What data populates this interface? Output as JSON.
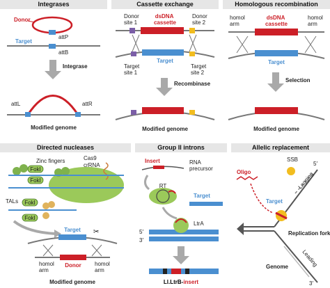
{
  "panels": {
    "integrases": {
      "title": "Integrases",
      "donor": "Donor",
      "attP": "attP",
      "target": "Target",
      "attB": "attB",
      "enzyme": "Integrase",
      "attL": "attL",
      "attR": "attR",
      "result": "Modified genome"
    },
    "cassette": {
      "title": "Cassette exchange",
      "donor_site1": "Donor\nsite 1",
      "dsdna_cassette": "dsDNA\ncassette",
      "donor_site2": "Donor\nsite 2",
      "target": "Target",
      "target_site1": "Target\nsite 1",
      "target_site2": "Target\nsite 2",
      "enzyme": "Recombinase",
      "result": "Modified genome"
    },
    "homologous": {
      "title": "Homologous recombination",
      "homol_arm_left": "homol\narm",
      "dsdna_cassette": "dsDNA\ncassette",
      "homol_arm_right": "homol\narm",
      "target": "Target",
      "step": "Selection",
      "result": "Modified genome"
    },
    "nucleases": {
      "title": "Directed nucleases",
      "zinc_fingers": "Zinc fingers",
      "foki": "FokI",
      "cas9": "Cas9",
      "crrna": "crRNA",
      "tals": "TALs",
      "target": "Target",
      "homol_arm_left": "homol\narm",
      "donor": "Donor",
      "homol_arm_right": "homol\narm",
      "result": "Modified genome"
    },
    "introns": {
      "title": "Group II introns",
      "insert": "Insert",
      "rna_precursor": "RNA\nprecursor",
      "rt": "RT",
      "target": "Target",
      "ltra": "LtrA",
      "five_prime": "5′",
      "three_prime": "3′",
      "result_prefix": "Ll.LtrB-",
      "result_suffix": "insert"
    },
    "allelic": {
      "title": "Allelic replacement",
      "oligo": "Oligo",
      "ssb": "SSB",
      "five_prime": "5′",
      "target": "Target",
      "lagging": "Lagging",
      "replication_fork": "Replication fork",
      "leading": "Leading",
      "genome": "Genome",
      "three_prime": "3′"
    }
  },
  "colors": {
    "red": "#cc1f27",
    "blue": "#4a8fd0",
    "gray_line": "#777777",
    "arrow_gray": "#a9a9a9",
    "header_bg": "#e6e6e6",
    "green": "#9bc95a",
    "yellow": "#f2bd1f",
    "purple": "#7b5ea7"
  }
}
